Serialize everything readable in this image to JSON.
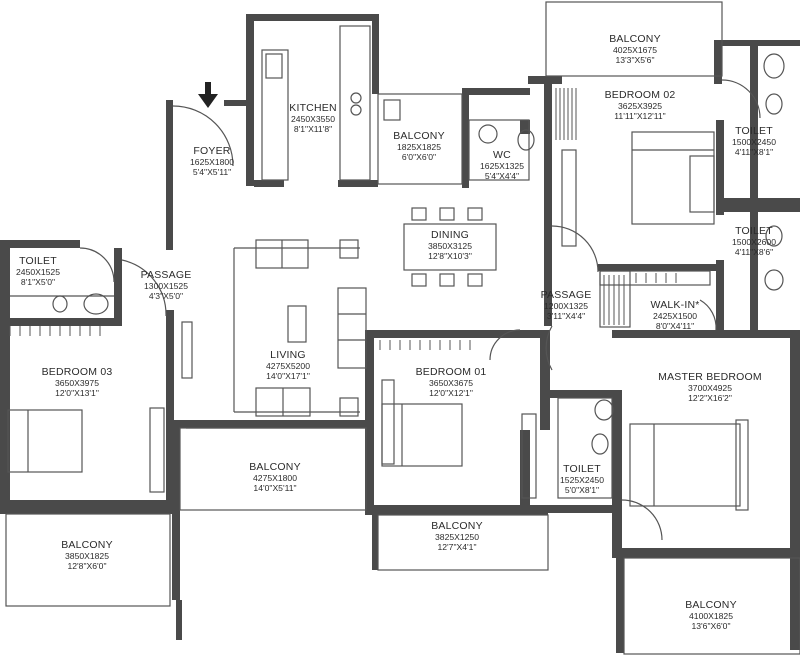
{
  "rooms": {
    "balcony_top": {
      "name": "BALCONY",
      "mm": "4025X1675",
      "ft": "13'3\"X5'6\""
    },
    "kitchen": {
      "name": "KITCHEN",
      "mm": "2450X3550",
      "ft": "8'1\"X11'8\""
    },
    "balcony_kitchen": {
      "name": "BALCONY",
      "mm": "1825X1825",
      "ft": "6'0\"X6'0\""
    },
    "foyer": {
      "name": "FOYER",
      "mm": "1625X1800",
      "ft": "5'4\"X5'11\""
    },
    "wc": {
      "name": "WC",
      "mm": "1625X1325",
      "ft": "5'4\"X4'4\""
    },
    "bedroom02": {
      "name": "BEDROOM 02",
      "mm": "3625X3925",
      "ft": "11'11\"X12'11\""
    },
    "toilet_b02": {
      "name": "TOILET",
      "mm": "1500X2450",
      "ft": "4'11\"X8'1\""
    },
    "toilet_master": {
      "name": "TOILET",
      "mm": "1500X2600",
      "ft": "4'11\"X8'6\""
    },
    "dining": {
      "name": "DINING",
      "mm": "3850X3125",
      "ft": "12'8\"X10'3\""
    },
    "toilet_b03": {
      "name": "TOILET",
      "mm": "2450X1525",
      "ft": "8'1\"X5'0\""
    },
    "passage_left": {
      "name": "PASSAGE",
      "mm": "1300X1525",
      "ft": "4'3\"X5'0\""
    },
    "passage_mid": {
      "name": "PASSAGE",
      "mm": "1200X1325",
      "ft": "3'11\"X4'4\""
    },
    "walkin": {
      "name": "WALK-IN*",
      "mm": "2425X1500",
      "ft": "8'0\"X4'11\""
    },
    "living": {
      "name": "LIVING",
      "mm": "4275X5200",
      "ft": "14'0\"X17'1\""
    },
    "bedroom03": {
      "name": "BEDROOM 03",
      "mm": "3650X3975",
      "ft": "12'0\"X13'1\""
    },
    "bedroom01": {
      "name": "BEDROOM 01",
      "mm": "3650X3675",
      "ft": "12'0\"X12'1\""
    },
    "master_bedroom": {
      "name": "MASTER BEDROOM",
      "mm": "3700X4925",
      "ft": "12'2\"X16'2\""
    },
    "toilet_b01": {
      "name": "TOILET",
      "mm": "1525X2450",
      "ft": "5'0\"X8'1\""
    },
    "balcony_living": {
      "name": "BALCONY",
      "mm": "4275X1800",
      "ft": "14'0\"X5'11\""
    },
    "balcony_b03": {
      "name": "BALCONY",
      "mm": "3850X1825",
      "ft": "12'8\"X6'0\""
    },
    "balcony_b01": {
      "name": "BALCONY",
      "mm": "3825X1250",
      "ft": "12'7\"X4'1\""
    },
    "balcony_master": {
      "name": "BALCONY",
      "mm": "4100X1825",
      "ft": "13'6\"X6'0\""
    }
  },
  "colors": {
    "wall": "#4a4a4a",
    "line": "#555555",
    "background": "#ffffff"
  },
  "icons": [
    "entry-arrow-icon",
    "bed-icon",
    "sofa-icon",
    "dining-table-icon",
    "wc-icon",
    "washbasin-icon",
    "kitchen-counter-icon"
  ]
}
